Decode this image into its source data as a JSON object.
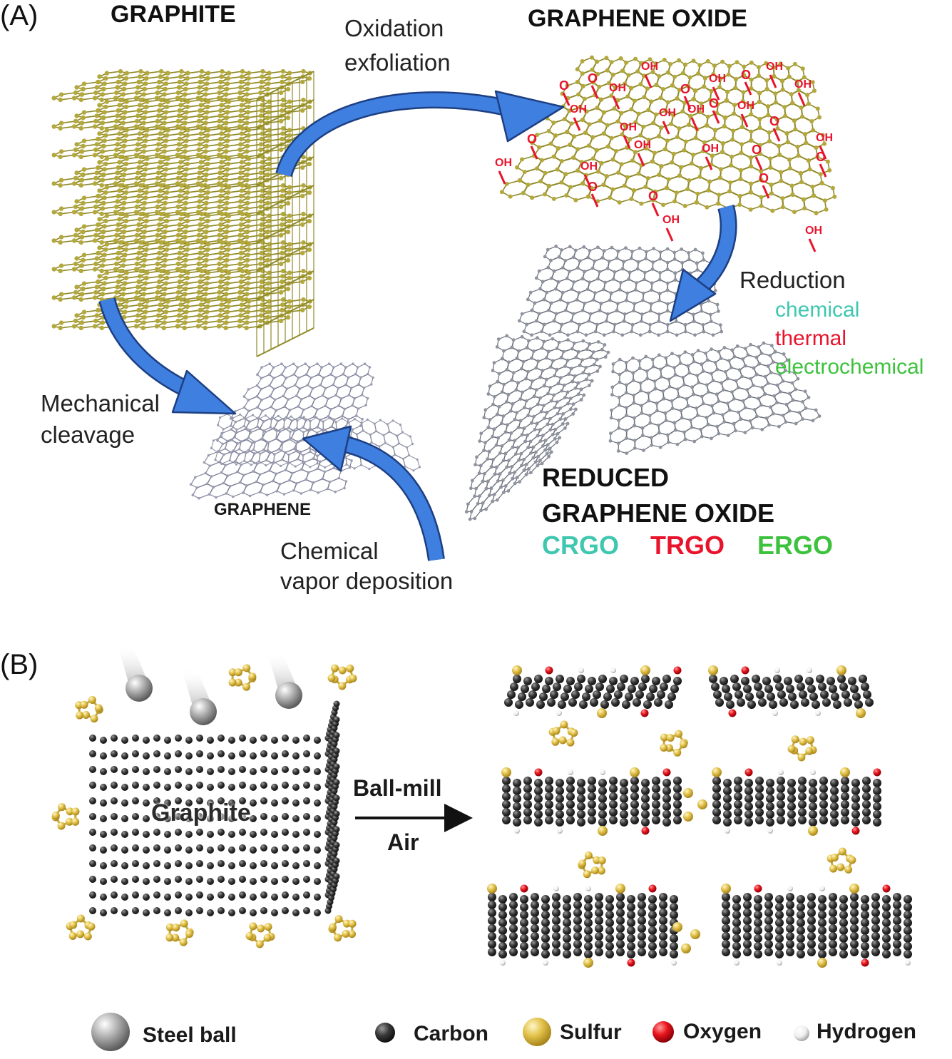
{
  "panelA": {
    "label": "(A)",
    "graphite_title": "GRAPHITE",
    "go_title": "GRAPHENE OXIDE",
    "oxidation_line1": "Oxidation",
    "oxidation_line2": "exfoliation",
    "reduction": "Reduction",
    "reduction_methods": [
      {
        "text": "chemical",
        "color": "#3fc7b0"
      },
      {
        "text": "thermal",
        "color": "#e8142c"
      },
      {
        "text": "electrochemical",
        "color": "#3cc23c"
      }
    ],
    "mech_line1": "Mechanical",
    "mech_line2": "cleavage",
    "graphene_label": "GRAPHENE",
    "cvd_line1": "Chemical",
    "cvd_line2": "vapor deposition",
    "rgo_line1": "REDUCED",
    "rgo_line2": "GRAPHENE OXIDE",
    "rgo_types": [
      {
        "text": "CRGO",
        "color": "#3fc7b0"
      },
      {
        "text": "TRGO",
        "color": "#e8142c"
      },
      {
        "text": "ERGO",
        "color": "#3cc23c"
      }
    ],
    "oxygen_groups": [
      "OH",
      "O"
    ]
  },
  "panelB": {
    "label": "(B)",
    "graphite_label": "Graphite",
    "arrow_top": "Ball-mill",
    "arrow_bottom": "Air",
    "legend": [
      {
        "label": "Steel ball",
        "color": "#9e9e9e"
      },
      {
        "label": "Carbon",
        "color": "#3a3a3a"
      },
      {
        "label": "Sulfur",
        "color": "#e2c24a"
      },
      {
        "label": "Oxygen",
        "color": "#e8141c"
      },
      {
        "label": "Hydrogen",
        "color": "#f2f2f2"
      }
    ]
  },
  "colors": {
    "graphite": "#8f8a2a",
    "graphite_atom": "#b3a83c",
    "graphene": "#6b6f7a",
    "arrow": "#3f7fe0",
    "carbon": "#3a3a3a",
    "sulfur": "#e2c24a",
    "oxygen": "#e8141c",
    "hydrogen": "#f2f2f2"
  }
}
